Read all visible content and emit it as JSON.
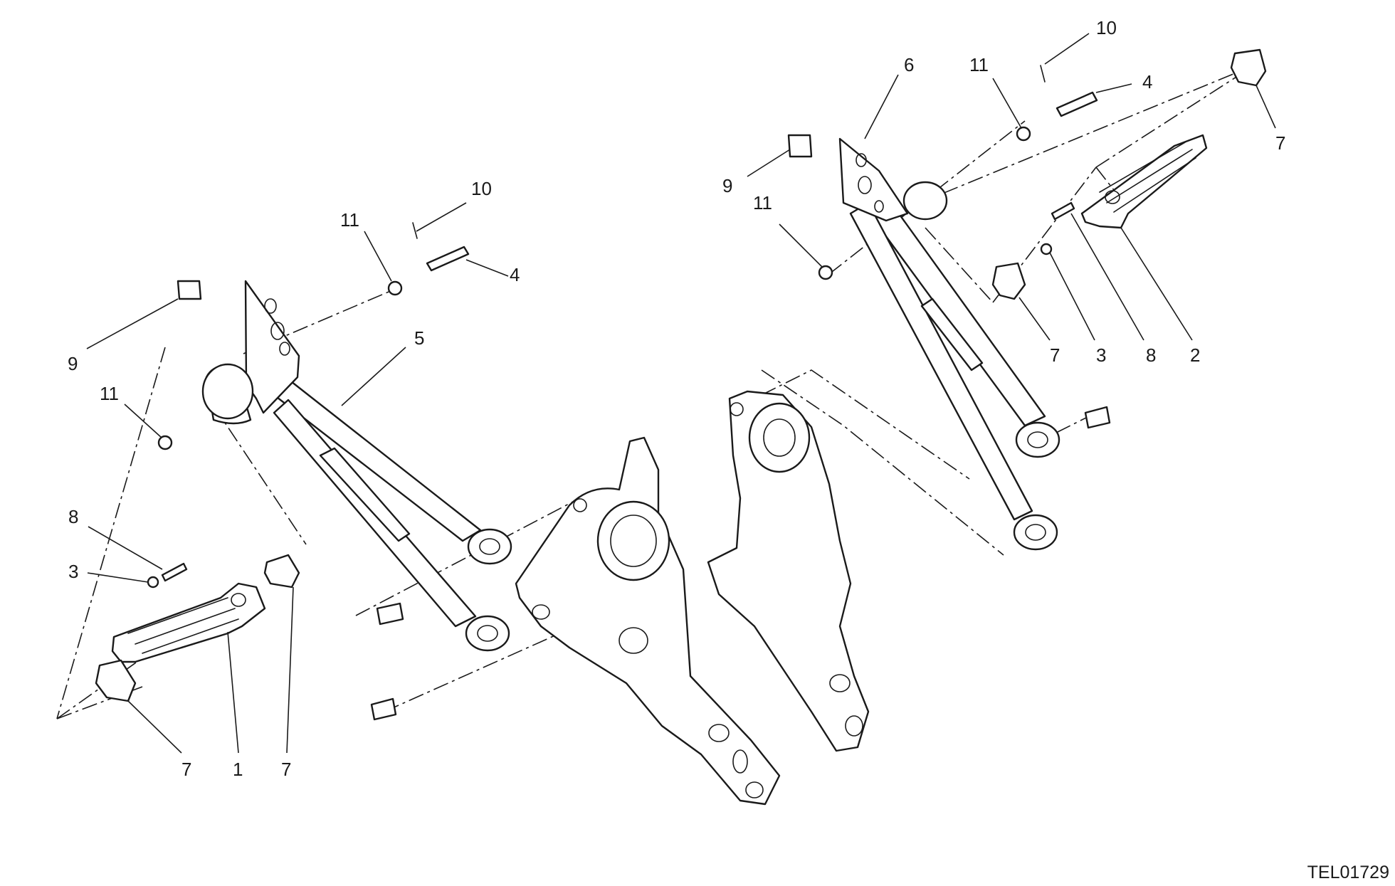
{
  "drawing_code": "TEL01729",
  "callouts": [
    {
      "id": "c-10-left",
      "text": "10"
    },
    {
      "id": "c-11-left-top",
      "text": "11"
    },
    {
      "id": "c-4-left",
      "text": "4"
    },
    {
      "id": "c-5",
      "text": "5"
    },
    {
      "id": "c-9-left",
      "text": "9"
    },
    {
      "id": "c-11-left",
      "text": "11"
    },
    {
      "id": "c-8-left",
      "text": "8"
    },
    {
      "id": "c-3-left",
      "text": "3"
    },
    {
      "id": "c-7-left-bottom",
      "text": "7"
    },
    {
      "id": "c-1",
      "text": "1"
    },
    {
      "id": "c-7-left-right",
      "text": "7"
    },
    {
      "id": "c-10-right",
      "text": "10"
    },
    {
      "id": "c-6",
      "text": "6"
    },
    {
      "id": "c-11-right-top",
      "text": "11"
    },
    {
      "id": "c-4-right",
      "text": "4"
    },
    {
      "id": "c-7-right-top",
      "text": "7"
    },
    {
      "id": "c-9-right",
      "text": "9"
    },
    {
      "id": "c-11-right",
      "text": "11"
    },
    {
      "id": "c-7-right-mid",
      "text": "7"
    },
    {
      "id": "c-3-right",
      "text": "3"
    },
    {
      "id": "c-8-right",
      "text": "8"
    },
    {
      "id": "c-2",
      "text": "2"
    }
  ]
}
